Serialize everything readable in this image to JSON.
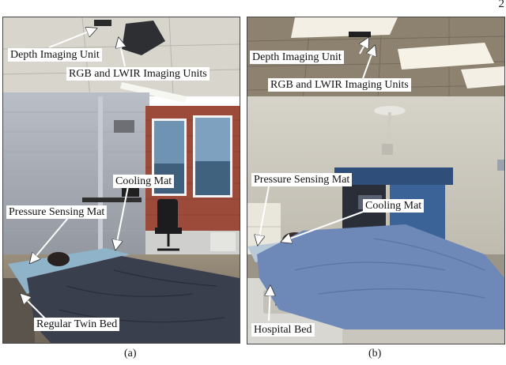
{
  "page_number": "2",
  "panels": [
    {
      "caption": "(a)",
      "labels": {
        "depth": "Depth Imaging Unit",
        "rgb": "RGB and LWIR Imaging Units",
        "cooling": "Cooling Mat",
        "pressure": "Pressure Sensing Mat",
        "bed": "Regular Twin Bed"
      }
    },
    {
      "caption": "(b)",
      "labels": {
        "depth": "Depth Imaging Unit",
        "rgb": "RGB and LWIR Imaging Units",
        "pressure": "Pressure Sensing Mat",
        "cooling": "Cooling Mat",
        "bed": "Hospital Bed"
      }
    }
  ],
  "colors": {
    "label_bg": "#ffffff",
    "arrow": "#ffffff",
    "blanket_a": "#3a3f4e",
    "blanket_b": "#6e88b8",
    "brick": "#9c4a3a"
  }
}
